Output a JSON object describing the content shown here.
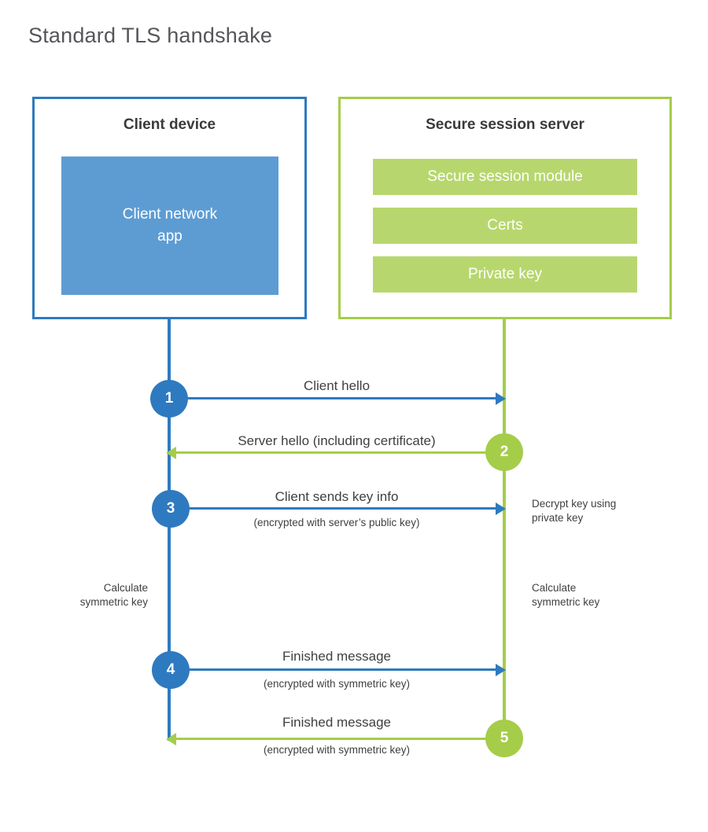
{
  "title": "Standard TLS handshake",
  "client": {
    "title": "Client device",
    "app_label": "Client network\napp"
  },
  "server": {
    "title": "Secure session server",
    "modules": [
      "Secure session module",
      "Certs",
      "Private key"
    ]
  },
  "steps": [
    {
      "num": "1",
      "label": "Client hello"
    },
    {
      "num": "2",
      "label": "Server hello (including certificate)"
    },
    {
      "num": "3",
      "label": "Client sends key info",
      "sub": "(encrypted with server’s public key)"
    },
    {
      "num": "4",
      "label": "Finished message",
      "sub": "(encrypted with symmetric key)"
    },
    {
      "num": "5",
      "label": "Finished message",
      "sub": "(encrypted with symmetric key)"
    }
  ],
  "notes": {
    "decrypt": "Decrypt key using\nprivate key",
    "calc_left": "Calculate\nsymmetric key",
    "calc_right": "Calculate\nsymmetric key"
  },
  "colors": {
    "blue": "#2e7ac0",
    "blue_fill": "#5d9cd3",
    "green": "#a5cd4a",
    "green_fill": "#b7d76e",
    "title_gray": "#55565a",
    "text_dark": "#3a3a3a",
    "text": "#404040"
  }
}
